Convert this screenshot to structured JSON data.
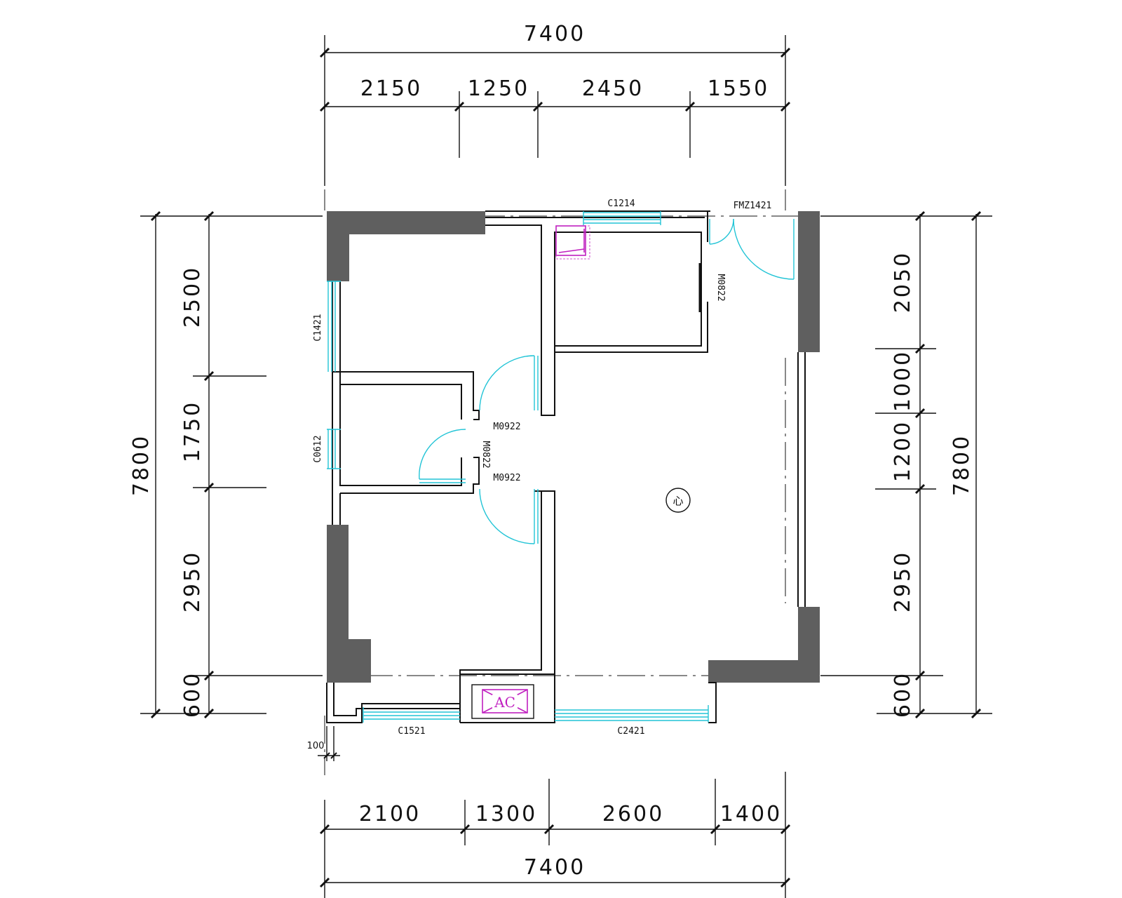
{
  "dimensions": {
    "top_total": "7400",
    "top_segments": [
      "2150",
      "1250",
      "2450",
      "1550"
    ],
    "bottom_total": "7400",
    "bottom_segments": [
      "2100",
      "1300",
      "2600",
      "1400"
    ],
    "left_total": "7800",
    "left_segments": [
      "2500",
      "1750",
      "2950",
      "600"
    ],
    "right_total": "7800",
    "right_segments": [
      "2050",
      "1000",
      "1200",
      "2950",
      "600"
    ],
    "offset": "100"
  },
  "openings": {
    "c1214": "C1214",
    "fmz1421": "FMZ1421",
    "m0822_top": "M0822",
    "c1421": "C1421",
    "c0612": "C0612",
    "m0922_upper": "M0922",
    "m0822_mid": "M0822",
    "m0922_lower": "M0922",
    "c1521": "C1521",
    "c2421": "C2421"
  },
  "equipment": {
    "ac": "AC",
    "symbol": "心"
  },
  "colors": {
    "wall_fill": "#5f5f5f",
    "window_cyan": "#22c4d6",
    "fixture_magenta": "#c020c0"
  }
}
